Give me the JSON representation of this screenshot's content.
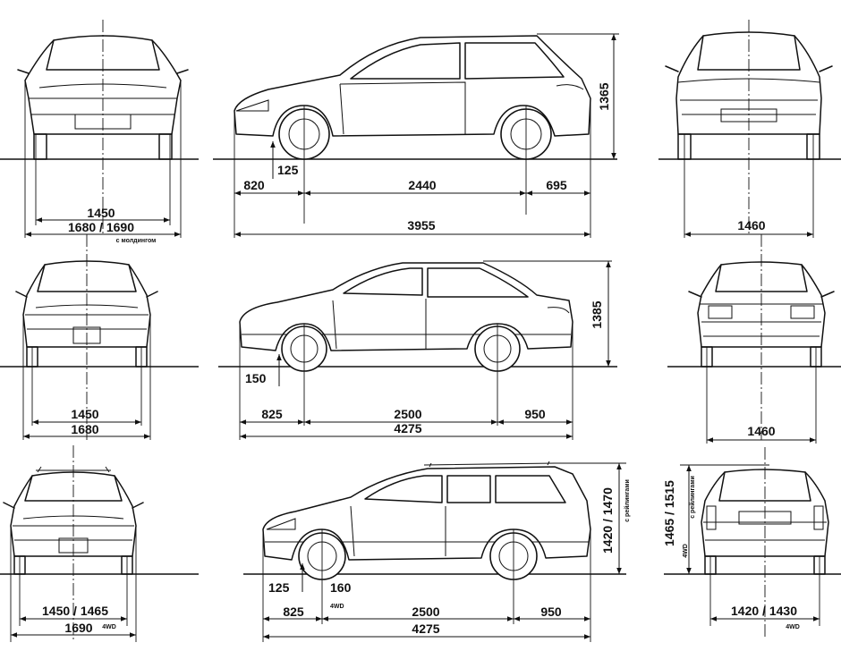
{
  "hatchback": {
    "front_track": "1450",
    "front_width": "1680 / 1690",
    "width_note": "с молдингом",
    "overhang_front": "820",
    "wheelbase": "2440",
    "overhang_rear": "695",
    "length": "3955",
    "clearance": "125",
    "height": "1365",
    "rear_track": "1460"
  },
  "sedan": {
    "front_track": "1450",
    "front_width": "1680",
    "overhang_front": "825",
    "wheelbase": "2500",
    "overhang_rear": "950",
    "length": "4275",
    "clearance": "150",
    "height": "1385",
    "rear_track": "1460"
  },
  "wagon": {
    "front_track": "1450 / 1465",
    "front_width": "1690",
    "front_width_note": "4WD",
    "overhang_front": "825",
    "wheelbase": "2500",
    "overhang_rear": "950",
    "length": "4275",
    "clearance": "125",
    "clearance_4wd": "160",
    "clearance_4wd_note": "4WD",
    "height": "1420 / 1470",
    "height_note": "с рейлингами",
    "rear_height": "1465 / 1515",
    "rear_height_note": "с рейлингами",
    "rear_height_4wd": "4WD",
    "rear_track": "1420 / 1430",
    "rear_track_note": "4WD"
  }
}
